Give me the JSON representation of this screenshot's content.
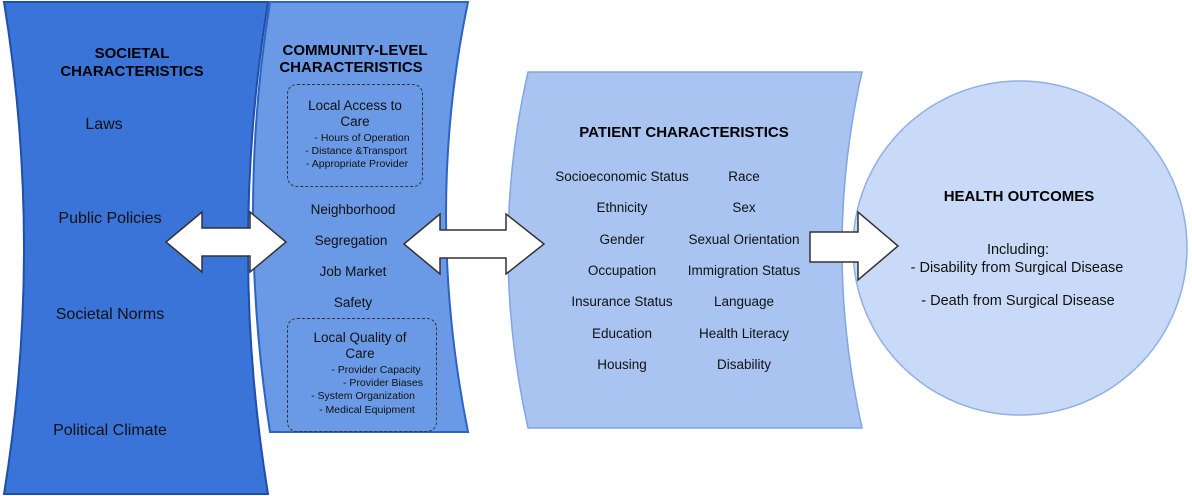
{
  "societal": {
    "title_line1": "SOCIETAL",
    "title_line2": "CHARACTERISTICS",
    "items": [
      "Laws",
      "Public Policies",
      "Societal Norms",
      "Political Climate"
    ]
  },
  "community": {
    "title_line1": "COMMUNITY-LEVEL",
    "title_line2": "CHARACTERISTICS",
    "access_box": {
      "title_line1": "Local Access to",
      "title_line2": "Care",
      "items": [
        "- Hours of Operation",
        "- Distance &Transport",
        "- Appropriate Provider"
      ]
    },
    "items": [
      "Neighborhood",
      "Segregation",
      "Job Market",
      "Safety"
    ],
    "quality_box": {
      "title_line1": "Local Quality of",
      "title_line2": "Care",
      "items": [
        "- Provider Capacity",
        "- Provider Biases",
        "- System Organization",
        "- Medical Equipment"
      ]
    }
  },
  "patient": {
    "title": "PATIENT CHARACTERISTICS",
    "left_items": [
      "Socioeconomic Status",
      "Ethnicity",
      "Gender",
      "Occupation",
      "Insurance Status",
      "Education",
      "Housing"
    ],
    "right_items": [
      "Race",
      "Sex",
      "Sexual Orientation",
      "Immigration Status",
      "Language",
      "Health Literacy",
      "Disability"
    ]
  },
  "outcomes": {
    "title": "HEALTH OUTCOMES",
    "including": "Including:",
    "item1": "- Disability from Surgical Disease",
    "item2": "- Death from Surgical Disease"
  },
  "colors": {
    "societal_fill": "#3a74d8",
    "societal_stroke": "#1f4fa8",
    "community_fill": "#6a9ae6",
    "community_stroke": "#2c63c4",
    "patient_fill": "#a9c4f1",
    "patient_stroke": "#7fa5e4",
    "outcome_fill": "#c8daf7",
    "outcome_stroke": "#8fb0e6",
    "arrow_fill": "#ffffff",
    "arrow_stroke": "#333333"
  }
}
